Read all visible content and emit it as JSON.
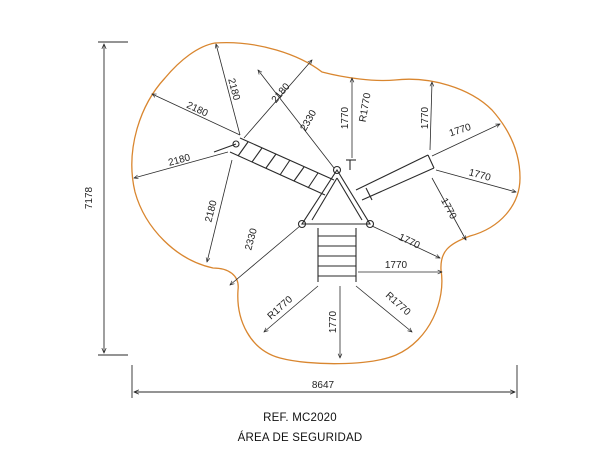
{
  "colors": {
    "safety_zone": "#d9862f",
    "dimension_line": "#2a2a2a",
    "structure": "#2a2a2a"
  },
  "overall": {
    "width": "8647",
    "height": "7178"
  },
  "dimensions": {
    "r_top_1": "2180",
    "r_top_2": "2180",
    "r_top_3": "2180",
    "r_left_1": "2180",
    "r_left_2": "2180",
    "d_diag_1": "2330",
    "d_diag_2": "2330",
    "d_mid_v": "1770",
    "radius_mid": "R1770",
    "d_right_v": "1770",
    "d_right_1": "1770",
    "d_right_2": "1770",
    "d_right_3": "1770",
    "d_low_1": "1770",
    "d_low_h": "1770",
    "radius_bottom_left": "R1770",
    "radius_bottom_right": "R1770",
    "d_bottom_v": "1770"
  },
  "caption": {
    "reference": "REF. MC2020",
    "title": "ÁREA DE SEGURIDAD"
  }
}
